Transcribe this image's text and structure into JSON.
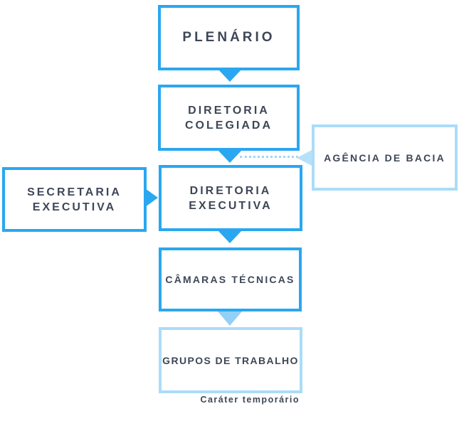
{
  "nodes": {
    "plenario": {
      "label": "PLENÁRIO"
    },
    "diretoria_colegiada": {
      "label": "DIRETORIA COLEGIADA"
    },
    "agencia_de_bacia": {
      "label": "AGÊNCIA DE BACIA"
    },
    "secretaria_executiva": {
      "label": "SECRETARIA EXECUTIVA"
    },
    "diretoria_executiva": {
      "label": "DIRETORIA EXECUTIVA"
    },
    "camaras_tecnicas": {
      "label": "CÂMARAS TÉCNICAS"
    },
    "grupos_de_trabalho": {
      "label": "GRUPOS DE TRABALHO"
    }
  },
  "footnote": "Caráter temporário",
  "colors": {
    "primary_blue": "#2aa7f0",
    "light_blue": "#abdcf8",
    "medium_arrow_blue": "#93d0f6",
    "pale_arrow_blue": "#b5e1fa",
    "dotted_line_blue": "#9fd6f5",
    "text": "#3e4757",
    "background": "#ffffff"
  }
}
